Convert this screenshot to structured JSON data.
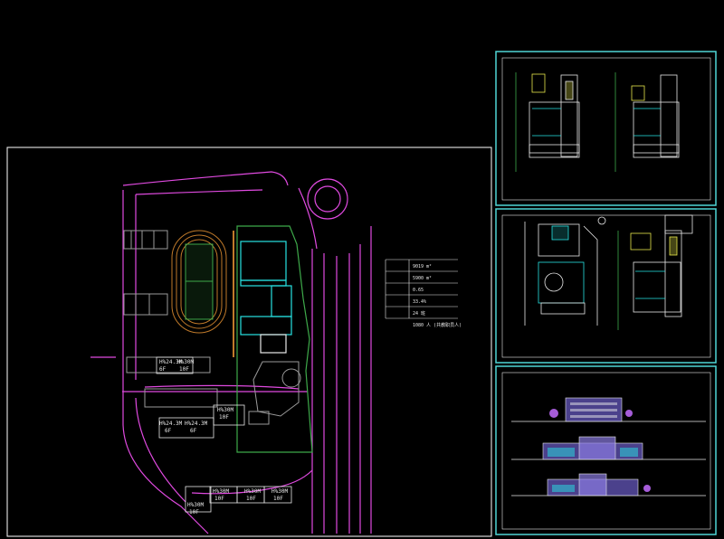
{
  "colors": {
    "background": "#000000",
    "frame": "#ffffff",
    "sheet_frame": "#4fd6d6",
    "road": "#e04ae0",
    "boundary": "#3ea94a",
    "track": "#c07a2a",
    "cyan": "#27e3e3",
    "yellow": "#e7e74a",
    "white": "#e8e8e8",
    "grey": "#9a9a9a"
  },
  "site_table": {
    "header": "",
    "rows": [
      {
        "label": "",
        "value": "9019 m²"
      },
      {
        "label": "",
        "value": "5900 m²"
      },
      {
        "label": "",
        "value": "0.65"
      },
      {
        "label": "",
        "value": "33.4%"
      },
      {
        "label": "",
        "value": "24 班"
      },
      {
        "label": "",
        "value": "1080 人 (共教职员人)"
      }
    ]
  },
  "residential_labels": [
    {
      "top": "H%24.3M",
      "bottom": "6F"
    },
    {
      "top": "H%30M",
      "bottom": "10F"
    },
    {
      "top": "H%24.3M",
      "bottom": "6F"
    },
    {
      "top": "H%30M",
      "bottom": "10F"
    },
    {
      "top": "H%24.3M",
      "bottom": "6F"
    },
    {
      "top": "H%30M",
      "bottom": "10F"
    },
    {
      "top": "H%30M",
      "bottom": "10F"
    },
    {
      "top": "H%30M",
      "bottom": "10F"
    },
    {
      "top": "H%30M",
      "bottom": "10F"
    }
  ],
  "building_tags": [
    "",
    "",
    ""
  ],
  "sheet_captions": {
    "first_floor": "",
    "second_floor": "",
    "site_plan": "",
    "upper_floor": "",
    "elev_1": "",
    "elev_2": "",
    "elev_3": ""
  }
}
